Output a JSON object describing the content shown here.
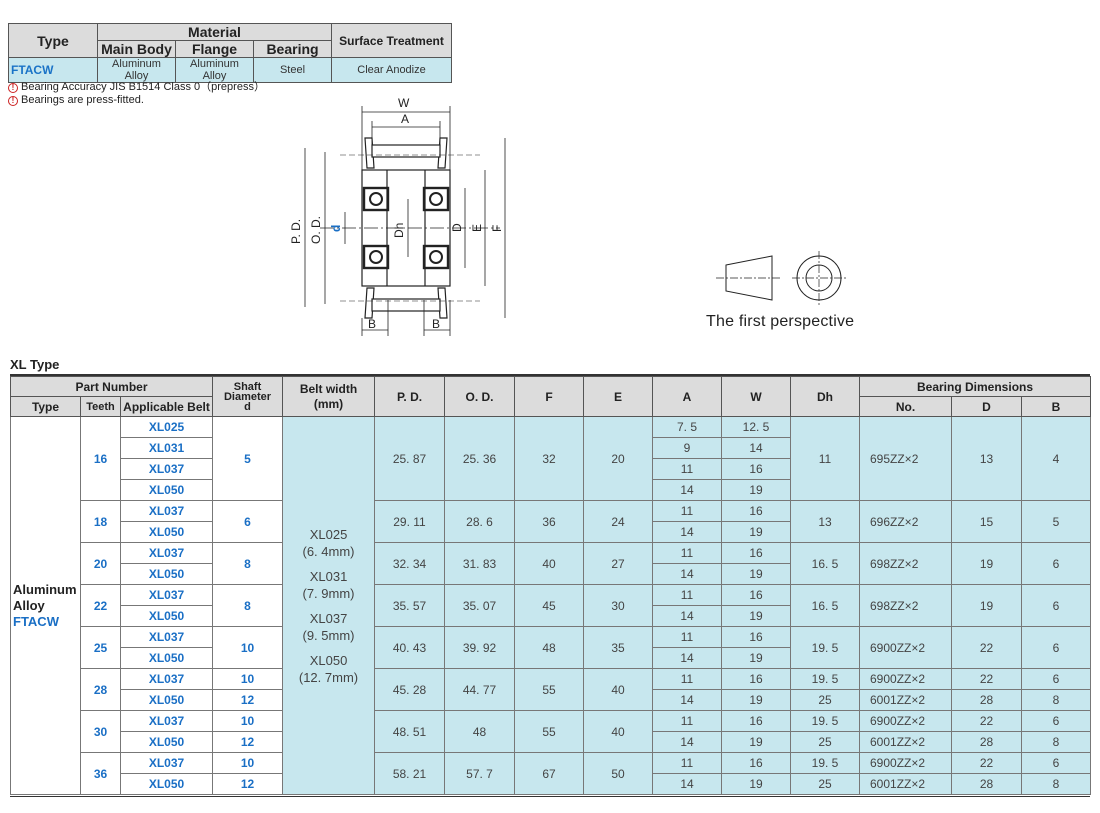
{
  "material_table": {
    "type_header": "Type",
    "material_header": "Material",
    "main_body_header": "Main Body",
    "flange_header": "Flange",
    "bearing_header": "Bearing",
    "surface_header": "Surface Treatment",
    "row": {
      "type": "FTACW",
      "main_body": "Aluminum Alloy",
      "flange": "Aluminum Alloy",
      "bearing": "Steel",
      "surface": "Clear Anodize"
    }
  },
  "notes": [
    "Bearing Accuracy JIS B1514 Class 0（prepress）",
    "Bearings are press-fitted."
  ],
  "drawing_labels": {
    "w": "W",
    "a": "A",
    "pd": "P. D.",
    "od": "O. D.",
    "d": "d",
    "dh": "Dh",
    "D": "D",
    "e": "E",
    "f": "F",
    "b1": "B",
    "b2": "B"
  },
  "projection_label": "The first perspective",
  "xl": {
    "title": "XL Type",
    "headers": {
      "part_number": "Part Number",
      "type": "Type",
      "teeth": "Teeth",
      "applicable_belt": "Applicable Belt",
      "shaft_line1": "Shaft",
      "shaft_line2": "Diameter",
      "shaft_line3": "d",
      "belt_width_line1": "Belt width",
      "belt_width_line2": "(mm)",
      "pd": "P. D.",
      "od": "O. D.",
      "f": "F",
      "e": "E",
      "a": "A",
      "w": "W",
      "dh": "Dh",
      "bearing_dims": "Bearing Dimensions",
      "no": "No.",
      "D": "D",
      "B": "B"
    },
    "type_line1": "Aluminum",
    "type_line2": "Alloy",
    "type_code": "FTACW",
    "belt_width": [
      "XL025",
      "(6. 4mm)",
      "XL031",
      "(7. 9mm)",
      "XL037",
      "(9. 5mm)",
      "XL050",
      "(12. 7mm)"
    ],
    "groups": [
      {
        "teeth": "16",
        "pd": "25. 87",
        "od": "25. 36",
        "f": "32",
        "e": "20",
        "shaft_merged": "5",
        "dh_merged": "11",
        "no_merged": "695ZZ×2",
        "D_merged": "13",
        "B_merged": "4",
        "rows": [
          {
            "belt": "XL025",
            "a": "7. 5",
            "w": "12. 5"
          },
          {
            "belt": "XL031",
            "a": "9",
            "w": "14"
          },
          {
            "belt": "XL037",
            "a": "11",
            "w": "16"
          },
          {
            "belt": "XL050",
            "a": "14",
            "w": "19"
          }
        ]
      },
      {
        "teeth": "18",
        "pd": "29. 11",
        "od": "28. 6",
        "f": "36",
        "e": "24",
        "shaft_merged": "6",
        "dh_merged": "13",
        "no_merged": "696ZZ×2",
        "D_merged": "15",
        "B_merged": "5",
        "rows": [
          {
            "belt": "XL037",
            "a": "11",
            "w": "16"
          },
          {
            "belt": "XL050",
            "a": "14",
            "w": "19"
          }
        ]
      },
      {
        "teeth": "20",
        "pd": "32. 34",
        "od": "31. 83",
        "f": "40",
        "e": "27",
        "shaft_merged": "8",
        "dh_merged": "16. 5",
        "no_merged": "698ZZ×2",
        "D_merged": "19",
        "B_merged": "6",
        "rows": [
          {
            "belt": "XL037",
            "a": "11",
            "w": "16"
          },
          {
            "belt": "XL050",
            "a": "14",
            "w": "19"
          }
        ]
      },
      {
        "teeth": "22",
        "pd": "35. 57",
        "od": "35. 07",
        "f": "45",
        "e": "30",
        "shaft_merged": "8",
        "dh_merged": "16. 5",
        "no_merged": "698ZZ×2",
        "D_merged": "19",
        "B_merged": "6",
        "rows": [
          {
            "belt": "XL037",
            "a": "11",
            "w": "16"
          },
          {
            "belt": "XL050",
            "a": "14",
            "w": "19"
          }
        ]
      },
      {
        "teeth": "25",
        "pd": "40. 43",
        "od": "39. 92",
        "f": "48",
        "e": "35",
        "shaft_merged": "10",
        "dh_merged": "19. 5",
        "no_merged": "6900ZZ×2",
        "D_merged": "22",
        "B_merged": "6",
        "rows": [
          {
            "belt": "XL037",
            "a": "11",
            "w": "16"
          },
          {
            "belt": "XL050",
            "a": "14",
            "w": "19"
          }
        ]
      },
      {
        "teeth": "28",
        "pd": "45. 28",
        "od": "44. 77",
        "f": "55",
        "e": "40",
        "rows": [
          {
            "belt": "XL037",
            "shaft": "10",
            "a": "11",
            "w": "16",
            "dh": "19. 5",
            "no": "6900ZZ×2",
            "D": "22",
            "B": "6"
          },
          {
            "belt": "XL050",
            "shaft": "12",
            "a": "14",
            "w": "19",
            "dh": "25",
            "no": "6001ZZ×2",
            "D": "28",
            "B": "8"
          }
        ]
      },
      {
        "teeth": "30",
        "pd": "48. 51",
        "od": "48",
        "f": "55",
        "e": "40",
        "rows": [
          {
            "belt": "XL037",
            "shaft": "10",
            "a": "11",
            "w": "16",
            "dh": "19. 5",
            "no": "6900ZZ×2",
            "D": "22",
            "B": "6"
          },
          {
            "belt": "XL050",
            "shaft": "12",
            "a": "14",
            "w": "19",
            "dh": "25",
            "no": "6001ZZ×2",
            "D": "28",
            "B": "8"
          }
        ]
      },
      {
        "teeth": "36",
        "pd": "58. 21",
        "od": "57. 7",
        "f": "67",
        "e": "50",
        "rows": [
          {
            "belt": "XL037",
            "shaft": "10",
            "a": "11",
            "w": "16",
            "dh": "19. 5",
            "no": "6900ZZ×2",
            "D": "22",
            "B": "6"
          },
          {
            "belt": "XL050",
            "shaft": "12",
            "a": "14",
            "w": "19",
            "dh": "25",
            "no": "6001ZZ×2",
            "D": "28",
            "B": "8"
          }
        ]
      }
    ]
  }
}
